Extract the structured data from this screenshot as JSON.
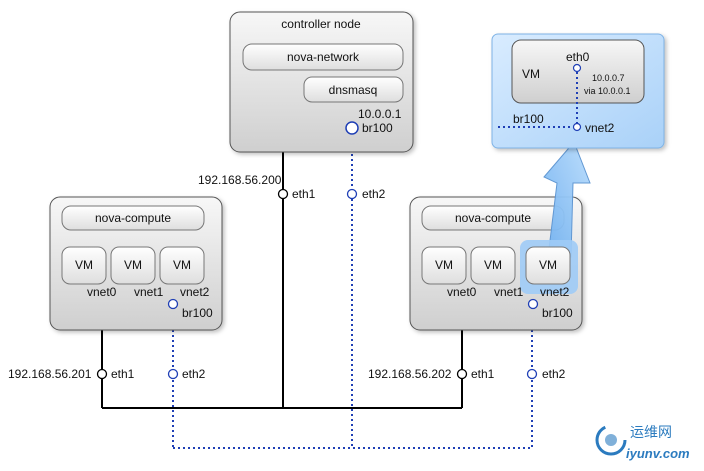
{
  "controller": {
    "title": "controller node",
    "service_network": "nova-network",
    "service_dns": "dnsmasq",
    "bridge_ip": "10.0.0.1",
    "bridge": "br100",
    "public_ip": "192.168.56.200",
    "eth_public": "eth1",
    "eth_private": "eth2"
  },
  "compute1": {
    "service": "nova-compute",
    "vms": [
      "VM",
      "VM",
      "VM"
    ],
    "vnets": [
      "vnet0",
      "vnet1",
      "vnet2"
    ],
    "bridge": "br100",
    "public_ip": "192.168.56.201",
    "eth_public": "eth1",
    "eth_private": "eth2"
  },
  "compute2": {
    "service": "nova-compute",
    "vms": [
      "VM",
      "VM",
      "VM"
    ],
    "vnets": [
      "vnet0",
      "vnet1",
      "vnet2"
    ],
    "bridge": "br100",
    "public_ip": "192.168.56.202",
    "eth_public": "eth1",
    "eth_private": "eth2"
  },
  "zoom": {
    "vm_label": "VM",
    "eth": "eth0",
    "vm_ip": "10.0.0.7",
    "via": "via 10.0.0.1",
    "bridge": "br100",
    "vnet": "vnet2"
  },
  "watermark": {
    "cn": "运维网",
    "en": "iyunv.com"
  },
  "colors": {
    "node_fill_top": "#f4f4f4",
    "node_fill_bottom": "#d2d2d2",
    "zoom_fill": "#bcdcfb",
    "arrow_fill": "#8fc2f4",
    "private_line": "#1f3fb5",
    "public_line": "#000000"
  }
}
